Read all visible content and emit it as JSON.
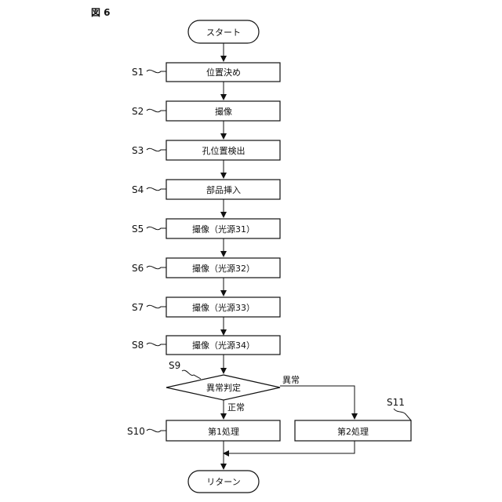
{
  "figure_label": "図 6",
  "nodes": {
    "start": "スタート",
    "s1": "位置決め",
    "s2": "撮像",
    "s3": "孔位置検出",
    "s4": "部品挿入",
    "s5": "撮像（光源31）",
    "s6": "撮像（光源32）",
    "s7": "撮像（光源33）",
    "s8": "撮像（光源34）",
    "s9": "異常判定",
    "s10": "第1処理",
    "s11": "第2処理",
    "end": "リターン"
  },
  "step_labels": {
    "s1": "S1",
    "s2": "S2",
    "s3": "S3",
    "s4": "S4",
    "s5": "S5",
    "s6": "S6",
    "s7": "S7",
    "s8": "S8",
    "s9": "S9",
    "s10": "S10",
    "s11": "S11"
  },
  "edge_labels": {
    "abnormal": "異常",
    "normal": "正常"
  }
}
